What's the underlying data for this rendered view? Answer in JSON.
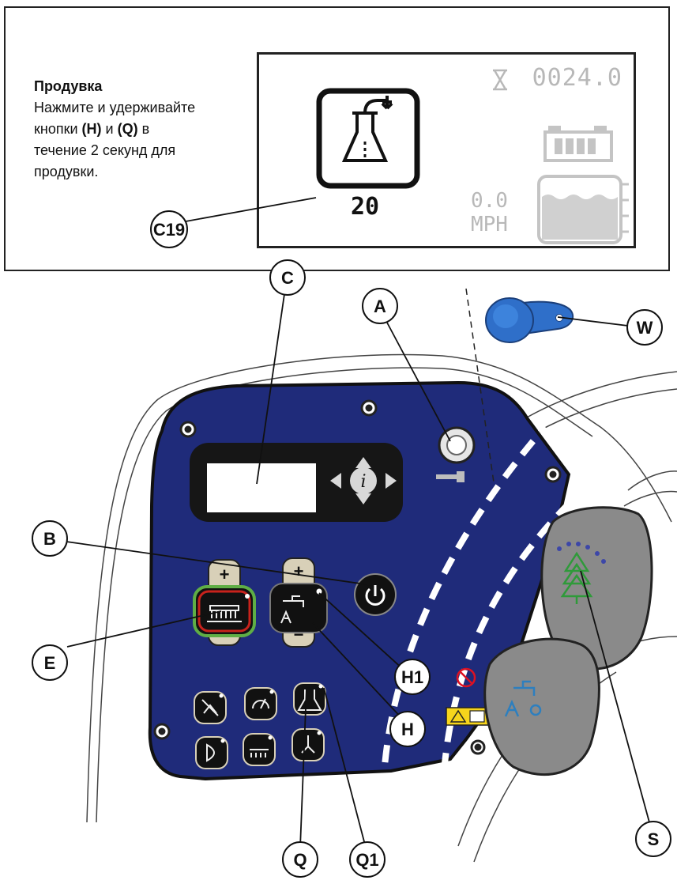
{
  "instruction": {
    "title": "Продувка",
    "line1": "Нажмите и удерживайте",
    "line2_prefix": "кнопки ",
    "key_h": "(H)",
    "line2_mid": " и ",
    "key_q": "(Q)",
    "line2_suffix": " в",
    "line3": "течение 2 секунд для",
    "line4": "продувки."
  },
  "display": {
    "hour_meter": "0024.0",
    "purge_count": "20",
    "speed_value": "0.0",
    "speed_unit": "MPH"
  },
  "callouts": {
    "c19": "C19",
    "c": "C",
    "a": "A",
    "w": "W",
    "b": "B",
    "e": "E",
    "h1": "H1",
    "h": "H",
    "q": "Q",
    "q1": "Q1",
    "s": "S"
  },
  "colors": {
    "panel_blue": "#1f2b7a",
    "key_blue": "#2f6fc9",
    "scrub_green": "#5fae45",
    "scrub_red": "#c8221c",
    "pedal_gray": "#8a8a8a",
    "tree_green": "#2f9a3a",
    "icon_blue": "#2d7fbf"
  },
  "icons": [
    "purge-flask-icon",
    "hourglass-icon",
    "battery-icon",
    "tank-icon",
    "info-icon",
    "power-icon",
    "key-icon"
  ]
}
